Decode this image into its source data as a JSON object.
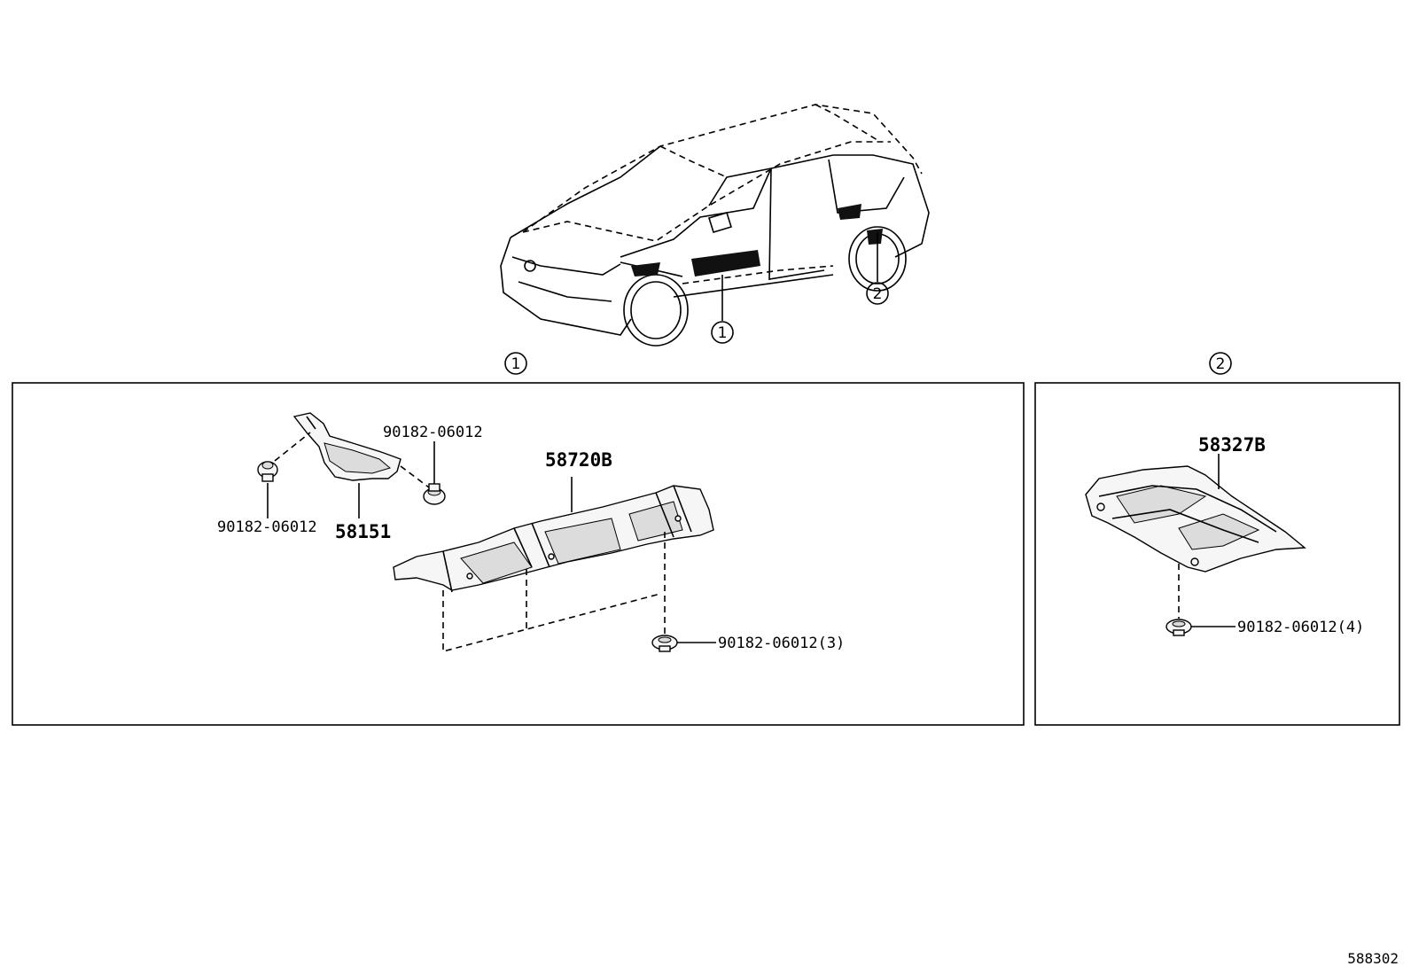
{
  "callouts": {
    "c1": "1",
    "c2": "2"
  },
  "panel1": {
    "heat_insulator_front": "58151",
    "heat_insulator_main": "58720B",
    "clip_left": "90182-06012",
    "clip_right": "90182-06012",
    "clip_bottom": "90182-06012(3)"
  },
  "panel2": {
    "heat_insulator_rear": "58327B",
    "clip": "90182-06012(4)"
  },
  "ref_code": "588302"
}
